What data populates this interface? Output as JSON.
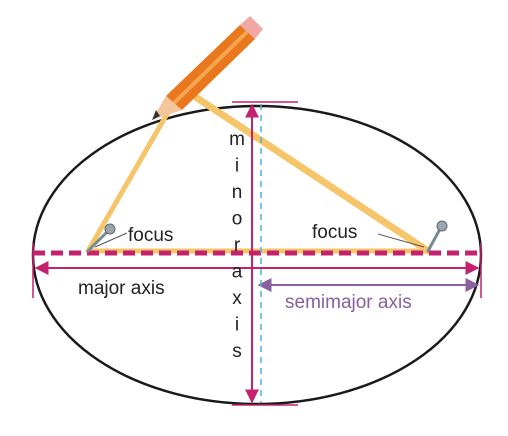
{
  "labels": {
    "focus_left": "focus",
    "focus_right": "focus",
    "major_axis": "major axis",
    "semimajor_axis": "semimajor axis",
    "minor_axis_letters": [
      "m",
      "i",
      "n",
      "o",
      "r",
      "a",
      "x",
      "i",
      "s"
    ]
  },
  "colors": {
    "ellipse": "#1a1a1a",
    "major_axis": "#c4216e",
    "minor_axis": "#c4216e",
    "semimajor_axis": "#8a5fa0",
    "center_dashed": "#4ab3e0",
    "string": "#f6c56a",
    "pencil_body": "#e8771e",
    "pencil_stripe": "#f7a650",
    "pencil_eraser": "#f2a7a4",
    "pin": "#7a8a92",
    "text": "#222222",
    "semimajor_text": "#8a5fa0"
  },
  "icons": {
    "pencil": "pencil-icon",
    "pin": "pushpin-icon"
  }
}
